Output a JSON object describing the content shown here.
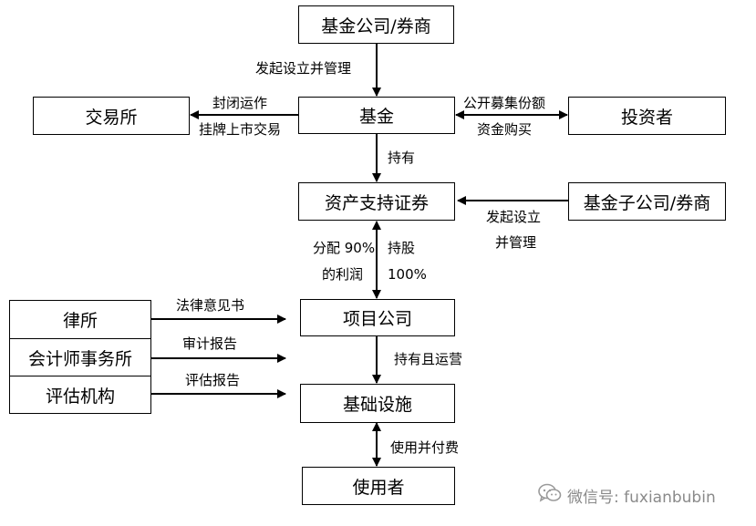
{
  "boxes": {
    "fund_company": "基金公司/券商",
    "exchange": "交易所",
    "fund": "基金",
    "investor": "投资者",
    "abs": "资产支持证券",
    "fund_subsidiary": "基金子公司/券商",
    "law_firm": "律所",
    "accounting_firm": "会计师事务所",
    "appraisal_agency": "评估机构",
    "project_company": "项目公司",
    "infrastructure": "基础设施",
    "user": "使用者"
  },
  "labels": {
    "initiate_manage": "发起设立并管理",
    "closed_operation": "封闭运作",
    "listed_trading": "挂牌上市交易",
    "public_raise": "公开募集份额",
    "fund_purchase": "资金购买",
    "hold": "持有",
    "initiate_setup": "发起设立",
    "and_manage": "并管理",
    "distribute_90": "分配 90%",
    "of_profit": "的利润",
    "hold_shares": "持股",
    "pct_100": "100%",
    "legal_opinion": "法律意见书",
    "audit_report": "审计报告",
    "appraisal_report": "评估报告",
    "hold_operate": "持有且运营",
    "use_pay": "使用并付费"
  },
  "watermark": {
    "icon": "wechat-icon",
    "text": "微信号: fuxianbubin"
  }
}
